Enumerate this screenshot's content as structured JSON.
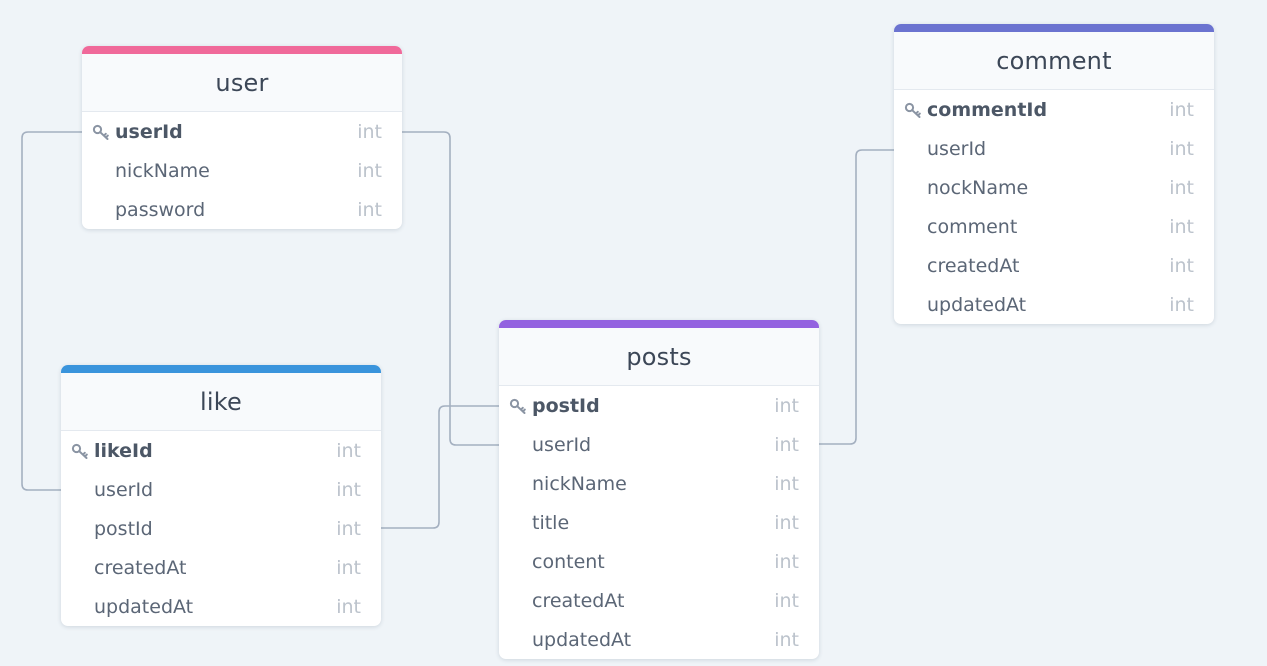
{
  "colors": {
    "background": "#eff4f8",
    "connector": "#a4b0c0",
    "user": "#f0699a",
    "like": "#3a94dc",
    "posts": "#9362e0",
    "comment": "#6b73d0"
  },
  "icons": {
    "primary_key": "key-icon"
  },
  "tables": {
    "user": {
      "title": "user",
      "fields": [
        {
          "name": "userId",
          "type": "int",
          "pk": true
        },
        {
          "name": "nickName",
          "type": "int",
          "pk": false
        },
        {
          "name": "password",
          "type": "int",
          "pk": false
        }
      ]
    },
    "like": {
      "title": "like",
      "fields": [
        {
          "name": "likeId",
          "type": "int",
          "pk": true
        },
        {
          "name": "userId",
          "type": "int",
          "pk": false
        },
        {
          "name": "postId",
          "type": "int",
          "pk": false
        },
        {
          "name": "createdAt",
          "type": "int",
          "pk": false
        },
        {
          "name": "updatedAt",
          "type": "int",
          "pk": false
        }
      ]
    },
    "posts": {
      "title": "posts",
      "fields": [
        {
          "name": "postId",
          "type": "int",
          "pk": true
        },
        {
          "name": "userId",
          "type": "int",
          "pk": false
        },
        {
          "name": "nickName",
          "type": "int",
          "pk": false
        },
        {
          "name": "title",
          "type": "int",
          "pk": false
        },
        {
          "name": "content",
          "type": "int",
          "pk": false
        },
        {
          "name": "createdAt",
          "type": "int",
          "pk": false
        },
        {
          "name": "updatedAt",
          "type": "int",
          "pk": false
        }
      ]
    },
    "comment": {
      "title": "comment",
      "fields": [
        {
          "name": "commentId",
          "type": "int",
          "pk": true
        },
        {
          "name": "userId",
          "type": "int",
          "pk": false
        },
        {
          "name": "nockName",
          "type": "int",
          "pk": false
        },
        {
          "name": "comment",
          "type": "int",
          "pk": false
        },
        {
          "name": "createdAt",
          "type": "int",
          "pk": false
        },
        {
          "name": "updatedAt",
          "type": "int",
          "pk": false
        }
      ]
    }
  },
  "relations": [
    {
      "from": "user.userId",
      "to": "like.userId"
    },
    {
      "from": "user.userId",
      "to": "posts.userId"
    },
    {
      "from": "like.postId",
      "to": "posts.postId"
    },
    {
      "from": "posts.userId",
      "to": "comment.userId"
    }
  ]
}
